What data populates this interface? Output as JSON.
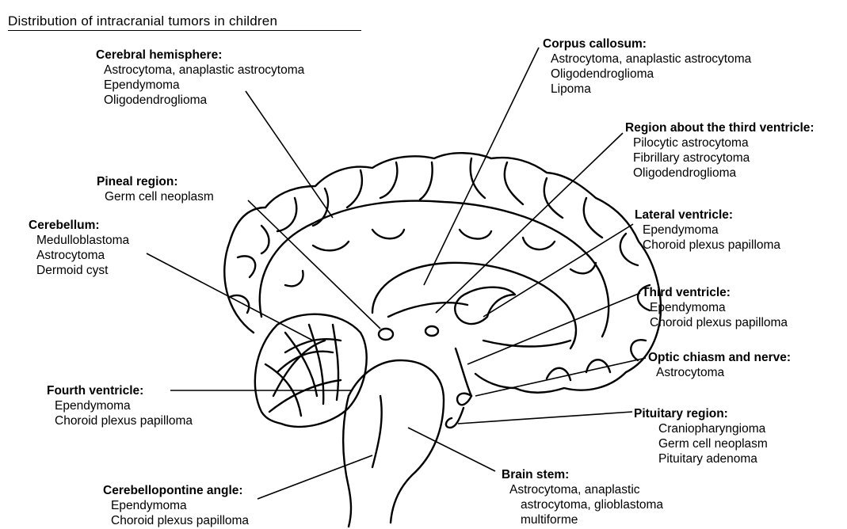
{
  "title": "Distribution of intracranial tumors in children",
  "regions": {
    "cerebral_hemisphere": {
      "heading": "Cerebral hemisphere:",
      "items": [
        "Astrocytoma, anaplastic astrocytoma",
        "Ependymoma",
        "Oligodendroglioma"
      ]
    },
    "pineal_region": {
      "heading": "Pineal region:",
      "items": [
        "Germ cell neoplasm"
      ]
    },
    "cerebellum": {
      "heading": "Cerebellum:",
      "items": [
        "Medulloblastoma",
        "Astrocytoma",
        "Dermoid cyst"
      ]
    },
    "fourth_ventricle": {
      "heading": "Fourth ventricle:",
      "items": [
        "Ependymoma",
        "Choroid plexus papilloma"
      ]
    },
    "cerebellopontine_angle": {
      "heading": "Cerebellopontine angle:",
      "items": [
        "Ependymoma",
        "Choroid plexus papilloma"
      ]
    },
    "corpus_callosum": {
      "heading": "Corpus callosum:",
      "items": [
        "Astrocytoma, anaplastic astrocytoma",
        "Oligodendroglioma",
        "Lipoma"
      ]
    },
    "third_ventricle_region": {
      "heading": "Region about the third ventricle:",
      "items": [
        "Pilocytic astrocytoma",
        "Fibrillary astrocytoma",
        "Oligodendroglioma"
      ]
    },
    "lateral_ventricle": {
      "heading": "Lateral ventricle:",
      "items": [
        "Ependymoma",
        "Choroid plexus papilloma"
      ]
    },
    "third_ventricle": {
      "heading": "Third ventricle:",
      "items": [
        "Ependymoma",
        "Choroid plexus papilloma"
      ]
    },
    "optic_chiasm": {
      "heading": "Optic chiasm and nerve:",
      "items": [
        "Astrocytoma"
      ]
    },
    "pituitary_region": {
      "heading": "Pituitary region:",
      "items": [
        "Craniopharyngioma",
        "Germ cell neoplasm",
        "Pituitary adenoma"
      ]
    },
    "brain_stem": {
      "heading": "Brain stem:",
      "items": [
        "Astrocytoma, anaplastic",
        "astrocytoma, glioblastoma",
        "multiforme"
      ]
    }
  }
}
